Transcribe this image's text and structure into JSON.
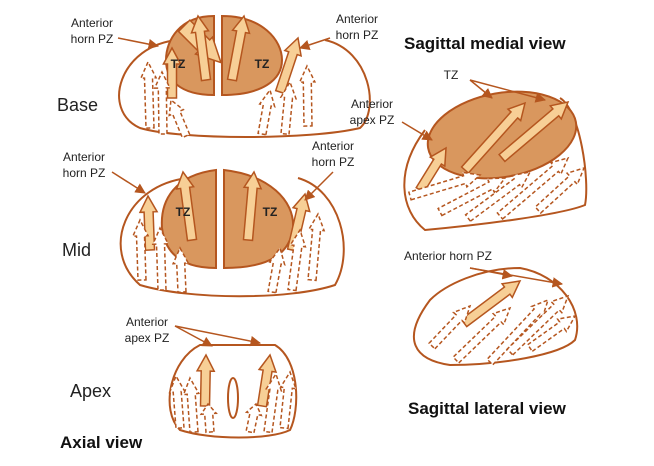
{
  "labels": {
    "anterior_horn_pz": [
      "Anterior",
      "horn PZ"
    ],
    "anterior_apex_pz": [
      "Anterior",
      "apex PZ"
    ],
    "anterior_horn_pz_inline": "Anterior horn PZ",
    "tz": "TZ"
  },
  "levels": {
    "base": "Base",
    "mid": "Mid",
    "apex": "Apex"
  },
  "views": {
    "axial": "Axial view",
    "sagittal_medial": "Sagittal medial view",
    "sagittal_lateral": "Sagittal lateral view"
  },
  "colors": {
    "stroke": "#b5561f",
    "tz_fill": "#d9975e",
    "arrow_fill": "#f7cf96"
  }
}
